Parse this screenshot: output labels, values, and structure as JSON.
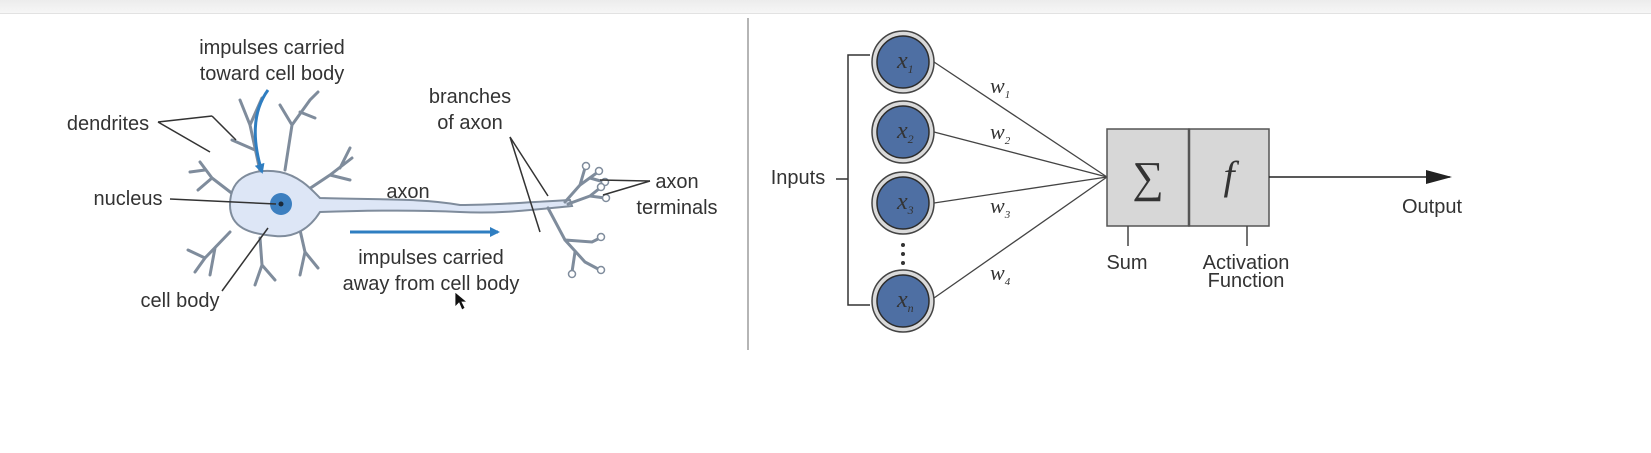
{
  "neuron": {
    "labels": {
      "impulses_toward": [
        "impulses carried",
        "toward cell body"
      ],
      "dendrites": "dendrites",
      "nucleus": "nucleus",
      "cell_body": "cell body",
      "axon": "axon",
      "branches": [
        "branches",
        "of axon"
      ],
      "axon_terminals": [
        "axon",
        "terminals"
      ],
      "impulses_away": [
        "impulses carried",
        "away from cell body"
      ]
    },
    "colors": {
      "cell_fill": "#dde6f6",
      "outline": "#7f8c9c",
      "nucleus": "#3c7fc0",
      "arrow": "#2f7ec1"
    }
  },
  "perceptron": {
    "inputs_label": "Inputs",
    "nodes": [
      {
        "sym": "x",
        "sub": "1"
      },
      {
        "sym": "x",
        "sub": "2"
      },
      {
        "sym": "x",
        "sub": "3"
      },
      {
        "sym": "x",
        "sub": "n"
      }
    ],
    "weights": [
      {
        "sym": "w",
        "sub": "1"
      },
      {
        "sym": "w",
        "sub": "2"
      },
      {
        "sym": "w",
        "sub": "3"
      },
      {
        "sym": "w",
        "sub": "4"
      }
    ],
    "sum_symbol": "∑",
    "activation_symbol": "f",
    "sum_label": "Sum",
    "activation_label": [
      "Activation",
      "Function"
    ],
    "output_label": "Output",
    "colors": {
      "node_fill": "#4e6fa3",
      "box_fill": "#d7d7d7"
    }
  }
}
